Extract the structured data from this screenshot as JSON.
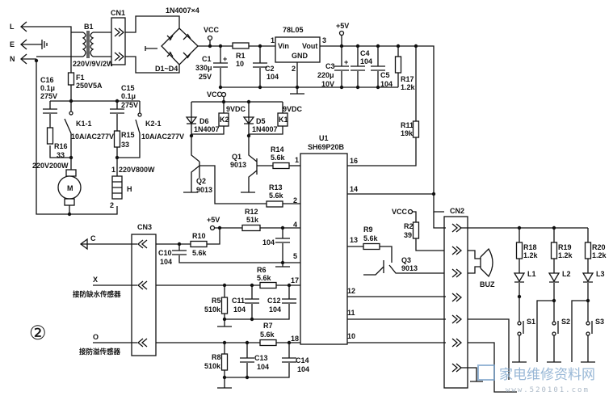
{
  "figure_number": "②",
  "mains": {
    "L": "L",
    "E": "E",
    "N": "N"
  },
  "transformer": {
    "ref": "B1",
    "rating": "220V/9V/2W"
  },
  "fuse": {
    "ref": "F1",
    "value": "250V5A"
  },
  "cn1": "CN1",
  "bridge": {
    "part": "1N4007×4",
    "refs": "D1~D4"
  },
  "vcc": "VCC",
  "plus5v": "+5V",
  "c1": {
    "ref": "C1",
    "value": "330μ",
    "voltage": "25V"
  },
  "r1": {
    "ref": "R1",
    "value": "10"
  },
  "c2": {
    "ref": "C2",
    "value": "104"
  },
  "regulator": {
    "part": "78L05",
    "vin": "Vin",
    "vout": "Vout",
    "gnd": "GND",
    "pin1": "1",
    "pin2": "2",
    "pin3": "3"
  },
  "c3": {
    "ref": "C3",
    "value": "220μ",
    "voltage": "10V"
  },
  "c4": {
    "ref": "C4",
    "value": "104"
  },
  "c5": {
    "ref": "C5",
    "value": "104"
  },
  "r17": {
    "ref": "R17",
    "value": "1.2k"
  },
  "r11": {
    "ref": "R11",
    "value": "19k"
  },
  "c16": {
    "ref": "C16",
    "value": "0.1μ",
    "voltage": "275V"
  },
  "c15": {
    "ref": "C15",
    "value": "0.1μ",
    "voltage": "275V"
  },
  "k11": {
    "ref": "K1-1",
    "rating": "10A/AC277V"
  },
  "k21": {
    "ref": "K2-1",
    "rating": "10A/AC277V"
  },
  "r16": {
    "ref": "R16",
    "value": "33"
  },
  "r15": {
    "ref": "R15",
    "value": "33"
  },
  "motor": {
    "label": "M",
    "rating": "220V200W"
  },
  "heater": {
    "label": "H",
    "rating": "220V800W",
    "pin1": "1",
    "pin2": "2"
  },
  "relays": {
    "k2": "K2",
    "k1": "K1",
    "coil_v": "9VDC"
  },
  "d6": {
    "ref": "D6",
    "part": "1N4007"
  },
  "d5": {
    "ref": "D5",
    "part": "1N4007"
  },
  "q1": {
    "ref": "Q1",
    "part": "9013"
  },
  "q2": {
    "ref": "Q2",
    "part": "9013"
  },
  "q3": {
    "ref": "Q3",
    "part": "9013"
  },
  "r14": {
    "ref": "R14",
    "value": "5.6k"
  },
  "r13": {
    "ref": "R13",
    "value": "5.6k"
  },
  "r12": {
    "ref": "R12",
    "value": "51k"
  },
  "r10": {
    "ref": "R10",
    "value": "5.6k"
  },
  "c10": {
    "ref": "C10",
    "value": "104"
  },
  "c_pin4": {
    "value": "104"
  },
  "r6": {
    "ref": "R6",
    "value": "5.6k"
  },
  "r5": {
    "ref": "R5",
    "value": "510k"
  },
  "c11": {
    "ref": "C11",
    "value": "104"
  },
  "c12": {
    "ref": "C12",
    "value": "104"
  },
  "r7": {
    "ref": "R7",
    "value": "5.6k"
  },
  "r8": {
    "ref": "R8",
    "value": "510k"
  },
  "c13": {
    "ref": "C13",
    "value": "104"
  },
  "c14": {
    "ref": "C14",
    "value": "104"
  },
  "r9": {
    "ref": "R9",
    "value": "5.6k"
  },
  "r2": {
    "ref": "R2",
    "value": "39"
  },
  "buzzer": "BUZ",
  "u1": {
    "ref": "U1",
    "part": "SH69P20B",
    "pins": {
      "p1": "1",
      "p2": "2",
      "p4": "4",
      "p5": "5",
      "p10": "10",
      "p11": "11",
      "p12": "12",
      "p13": "13",
      "p14": "14",
      "p16": "16",
      "p17": "17",
      "p18": "18"
    }
  },
  "cn2": "CN2",
  "cn3": {
    "ref": "CN3",
    "c": "C",
    "x": "X",
    "o": "O",
    "sensor_x": "接防缺水传感器",
    "sensor_o": "接防溢传感器"
  },
  "r18": {
    "ref": "R18",
    "value": "1.2k"
  },
  "r19": {
    "ref": "R19",
    "value": "1.2k"
  },
  "r20": {
    "ref": "R20",
    "value": "1.2k"
  },
  "leds": {
    "l1": "L1",
    "l2": "L2",
    "l3": "L3"
  },
  "switches": {
    "s1": "S1",
    "s2": "S2",
    "s3": "S3"
  },
  "watermark": {
    "title": "家电维修资料网",
    "url": "www.520101.com"
  }
}
